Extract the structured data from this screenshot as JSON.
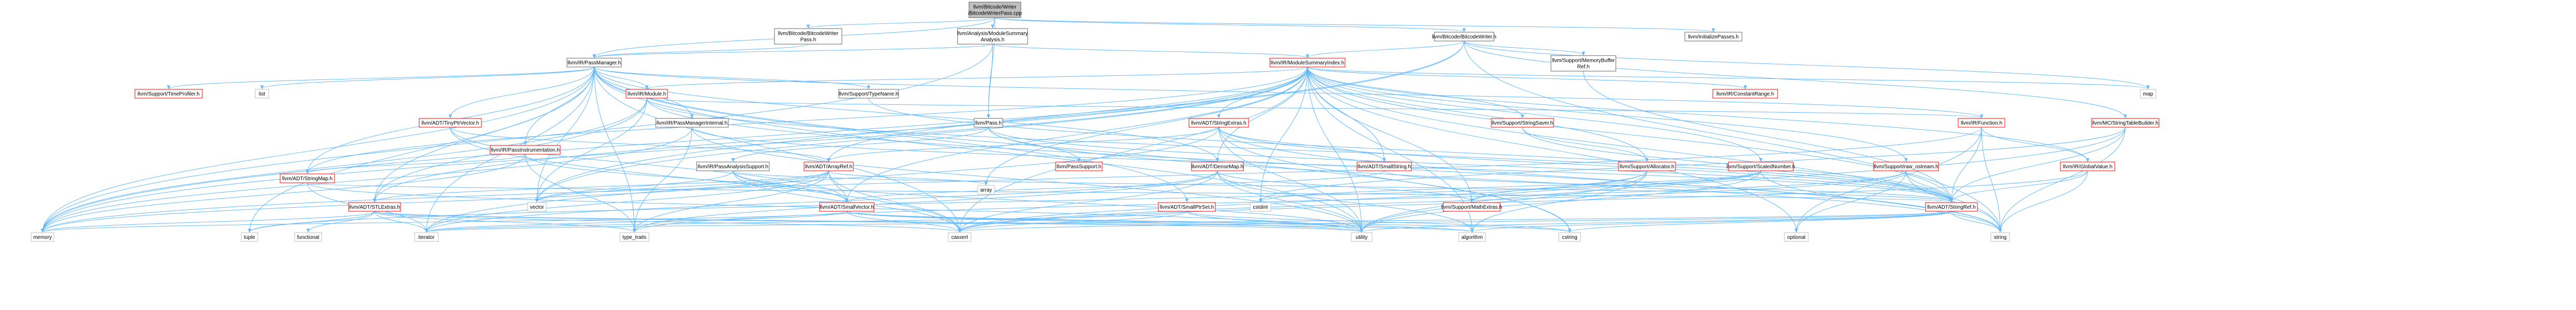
{
  "diagram": {
    "title": "",
    "nodes": [
      {
        "id": "root",
        "lines": [
          "llvm/Bitcode/Writer",
          "/BitcodeWriterPass.cpp"
        ],
        "kind": "root"
      },
      {
        "id": "bwpass",
        "lines": [
          "llvm/Bitcode/BitcodeWriter",
          "Pass.h"
        ],
        "kind": "normal"
      },
      {
        "id": "msa",
        "lines": [
          "llvm/Analysis/ModuleSummary",
          "Analysis.h"
        ],
        "kind": "normal"
      },
      {
        "id": "bw",
        "lines": [
          "llvm/Bitcode/BitcodeWriter.h"
        ],
        "kind": "normal"
      },
      {
        "id": "initpasses",
        "lines": [
          "llvm/InitializePasses.h"
        ],
        "kind": "normal"
      },
      {
        "id": "passmanager",
        "lines": [
          "llvm/IR/PassManager.h"
        ],
        "kind": "normal"
      },
      {
        "id": "msi",
        "lines": [
          "llvm/IR/ModuleSummaryIndex.h"
        ],
        "kind": "red"
      },
      {
        "id": "membuf",
        "lines": [
          "llvm/Support/MemoryBuffer",
          "Ref.h"
        ],
        "kind": "normal"
      },
      {
        "id": "timeprof",
        "lines": [
          "llvm/Support/TimeProfiler.h"
        ],
        "kind": "red"
      },
      {
        "id": "list",
        "lines": [
          "list"
        ],
        "kind": "gray"
      },
      {
        "id": "typename",
        "lines": [
          "llvm/Support/TypeName.h"
        ],
        "kind": "normal"
      },
      {
        "id": "module",
        "lines": [
          "llvm/IR/Module.h"
        ],
        "kind": "red"
      },
      {
        "id": "tinyptr",
        "lines": [
          "llvm/ADT/TinyPtrVector.h"
        ],
        "kind": "red"
      },
      {
        "id": "pmi",
        "lines": [
          "llvm/IR/PassManagerInternal.h"
        ],
        "kind": "normal"
      },
      {
        "id": "pass",
        "lines": [
          "llvm/Pass.h"
        ],
        "kind": "normal"
      },
      {
        "id": "passinst",
        "lines": [
          "llvm/IR/PassInstrumentation.h"
        ],
        "kind": "red"
      },
      {
        "id": "stringmap",
        "lines": [
          "llvm/ADT/StringMap.h"
        ],
        "kind": "red"
      },
      {
        "id": "stlextras",
        "lines": [
          "llvm/ADT/STLExtras.h"
        ],
        "kind": "red"
      },
      {
        "id": "pasupport",
        "lines": [
          "llvm/IR/PassAnalysisSupport.h"
        ],
        "kind": "normal"
      },
      {
        "id": "arrayref",
        "lines": [
          "llvm/ADT/ArrayRef.h"
        ],
        "kind": "red"
      },
      {
        "id": "smallvector",
        "lines": [
          "llvm/ADT/SmallVector.h"
        ],
        "kind": "red"
      },
      {
        "id": "passsupport",
        "lines": [
          "llvm/PassSupport.h"
        ],
        "kind": "red"
      },
      {
        "id": "stringextras",
        "lines": [
          "llvm/ADT/StringExtras.h"
        ],
        "kind": "red"
      },
      {
        "id": "densemap",
        "lines": [
          "llvm/ADT/DenseMap.h"
        ],
        "kind": "red"
      },
      {
        "id": "smallptrset",
        "lines": [
          "llvm/ADT/SmallPtrSet.h"
        ],
        "kind": "red"
      },
      {
        "id": "smallstring",
        "lines": [
          "llvm/ADT/SmallString.h"
        ],
        "kind": "red"
      },
      {
        "id": "stringsaver",
        "lines": [
          "llvm/Support/StringSaver.h"
        ],
        "kind": "red"
      },
      {
        "id": "allocator",
        "lines": [
          "llvm/Support/Allocator.h"
        ],
        "kind": "red"
      },
      {
        "id": "scalednum",
        "lines": [
          "llvm/Support/ScaledNumber.h"
        ],
        "kind": "red"
      },
      {
        "id": "rawostream",
        "lines": [
          "llvm/Support/raw_ostream.h"
        ],
        "kind": "red"
      },
      {
        "id": "mathextras",
        "lines": [
          "llvm/Support/MathExtras.h"
        ],
        "kind": "red"
      },
      {
        "id": "constrange",
        "lines": [
          "llvm/IR/ConstantRange.h"
        ],
        "kind": "red"
      },
      {
        "id": "function",
        "lines": [
          "llvm/IR/Function.h"
        ],
        "kind": "red"
      },
      {
        "id": "globalvalue",
        "lines": [
          "llvm/IR/GlobalValue.h"
        ],
        "kind": "red"
      },
      {
        "id": "stringtable",
        "lines": [
          "llvm/MC/StringTableBuilder.h"
        ],
        "kind": "red"
      },
      {
        "id": "stringref",
        "lines": [
          "llvm/ADT/StringRef.h"
        ],
        "kind": "red"
      },
      {
        "id": "map",
        "lines": [
          "map"
        ],
        "kind": "gray"
      },
      {
        "id": "vector",
        "lines": [
          "vector"
        ],
        "kind": "gray"
      },
      {
        "id": "array",
        "lines": [
          "array"
        ],
        "kind": "gray"
      },
      {
        "id": "memory",
        "lines": [
          "memory"
        ],
        "kind": "gray"
      },
      {
        "id": "tuple",
        "lines": [
          "tuple"
        ],
        "kind": "gray"
      },
      {
        "id": "functional",
        "lines": [
          "functional"
        ],
        "kind": "gray"
      },
      {
        "id": "iterator",
        "lines": [
          "iterator"
        ],
        "kind": "gray"
      },
      {
        "id": "typetraits",
        "lines": [
          "type_traits"
        ],
        "kind": "gray"
      },
      {
        "id": "cassert",
        "lines": [
          "cassert"
        ],
        "kind": "gray"
      },
      {
        "id": "utility",
        "lines": [
          "utility"
        ],
        "kind": "gray"
      },
      {
        "id": "algorithm",
        "lines": [
          "algorithm"
        ],
        "kind": "gray"
      },
      {
        "id": "cstring",
        "lines": [
          "cstring"
        ],
        "kind": "gray"
      },
      {
        "id": "optional",
        "lines": [
          "optional"
        ],
        "kind": "gray"
      },
      {
        "id": "string",
        "lines": [
          "string"
        ],
        "kind": "gray"
      },
      {
        "id": "cstdint",
        "lines": [
          "cstdint"
        ],
        "kind": "gray"
      }
    ],
    "edges": [
      [
        "root",
        "bwpass"
      ],
      [
        "root",
        "msa"
      ],
      [
        "root",
        "bw"
      ],
      [
        "root",
        "initpasses"
      ],
      [
        "root",
        "passmanager"
      ],
      [
        "root",
        "pass"
      ],
      [
        "bwpass",
        "passmanager"
      ],
      [
        "msa",
        "msi"
      ],
      [
        "msa",
        "passmanager"
      ],
      [
        "msa",
        "pass"
      ],
      [
        "msa",
        "memory"
      ],
      [
        "bw",
        "msi"
      ],
      [
        "bw",
        "membuf"
      ],
      [
        "bw",
        "stringtable"
      ],
      [
        "bw",
        "map"
      ],
      [
        "bw",
        "memory"
      ],
      [
        "bw",
        "string"
      ],
      [
        "bw",
        "vector"
      ],
      [
        "membuf",
        "stringref"
      ],
      [
        "passmanager",
        "timeprof"
      ],
      [
        "passmanager",
        "list"
      ],
      [
        "passmanager",
        "typename"
      ],
      [
        "passmanager",
        "module"
      ],
      [
        "passmanager",
        "tinyptr"
      ],
      [
        "passmanager",
        "pmi"
      ],
      [
        "passmanager",
        "passinst"
      ],
      [
        "passmanager",
        "stringmap"
      ],
      [
        "passmanager",
        "stlextras"
      ],
      [
        "passmanager",
        "function"
      ],
      [
        "passmanager",
        "densemap"
      ],
      [
        "passmanager",
        "smallptrset"
      ],
      [
        "passmanager",
        "memory"
      ],
      [
        "passmanager",
        "vector"
      ],
      [
        "passmanager",
        "tuple"
      ],
      [
        "passmanager",
        "cassert"
      ],
      [
        "passmanager",
        "cstring"
      ],
      [
        "passmanager",
        "iterator"
      ],
      [
        "passmanager",
        "typetraits"
      ],
      [
        "passmanager",
        "utility"
      ],
      [
        "msi",
        "stringextras"
      ],
      [
        "msi",
        "densemap"
      ],
      [
        "msi",
        "arrayref"
      ],
      [
        "msi",
        "smallstring"
      ],
      [
        "msi",
        "stringsaver"
      ],
      [
        "msi",
        "allocator"
      ],
      [
        "msi",
        "scalednum"
      ],
      [
        "msi",
        "rawostream"
      ],
      [
        "msi",
        "mathextras"
      ],
      [
        "msi",
        "constrange"
      ],
      [
        "msi",
        "globalvalue"
      ],
      [
        "msi",
        "module"
      ],
      [
        "msi",
        "stringmap"
      ],
      [
        "msi",
        "stringref"
      ],
      [
        "msi",
        "smallvector"
      ],
      [
        "msi",
        "stlextras"
      ],
      [
        "msi",
        "map"
      ],
      [
        "msi",
        "set"
      ],
      [
        "msi",
        "vector"
      ],
      [
        "msi",
        "array"
      ],
      [
        "msi",
        "memory"
      ],
      [
        "msi",
        "string"
      ],
      [
        "msi",
        "algorithm"
      ],
      [
        "msi",
        "cassert"
      ],
      [
        "msi",
        "cstdint"
      ],
      [
        "msi",
        "utility"
      ],
      [
        "msi",
        "optional"
      ],
      [
        "typename",
        "stringref"
      ],
      [
        "module",
        "stringref"
      ],
      [
        "module",
        "memory"
      ],
      [
        "module",
        "vector"
      ],
      [
        "module",
        "string"
      ],
      [
        "module",
        "function"
      ],
      [
        "module",
        "stlextras"
      ],
      [
        "tinyptr",
        "arrayref"
      ],
      [
        "tinyptr",
        "smallvector"
      ],
      [
        "tinyptr",
        "cassert"
      ],
      [
        "pmi",
        "stringref"
      ],
      [
        "pmi",
        "memory"
      ],
      [
        "pmi",
        "utility"
      ],
      [
        "pmi",
        "typetraits"
      ],
      [
        "pass",
        "pasupport"
      ],
      [
        "pass",
        "passsupport"
      ],
      [
        "pass",
        "stringref"
      ],
      [
        "pass",
        "string"
      ],
      [
        "passinst",
        "stringmap"
      ],
      [
        "passinst",
        "smallvector"
      ],
      [
        "passinst",
        "memory"
      ],
      [
        "passinst",
        "typetraits"
      ],
      [
        "pasupport",
        "stringref"
      ],
      [
        "pasupport",
        "smallvector"
      ],
      [
        "pasupport",
        "vector"
      ],
      [
        "pasupport",
        "cassert"
      ],
      [
        "pasupport",
        "utility"
      ],
      [
        "arrayref",
        "smallvector"
      ],
      [
        "arrayref",
        "stlextras"
      ],
      [
        "arrayref",
        "array"
      ],
      [
        "arrayref",
        "vector"
      ],
      [
        "arrayref",
        "iterator"
      ],
      [
        "arrayref",
        "cassert"
      ],
      [
        "arrayref",
        "memory"
      ],
      [
        "arrayref",
        "typetraits"
      ],
      [
        "stringextras",
        "stringref"
      ],
      [
        "stringextras",
        "smallstring"
      ],
      [
        "stringextras",
        "arrayref"
      ],
      [
        "stringextras",
        "cstring"
      ],
      [
        "stringextras",
        "string"
      ],
      [
        "stringextras",
        "utility"
      ],
      [
        "stringextras",
        "iterator"
      ],
      [
        "densemap",
        "mathextras"
      ],
      [
        "densemap",
        "algorithm"
      ],
      [
        "densemap",
        "cassert"
      ],
      [
        "densemap",
        "iterator"
      ],
      [
        "densemap",
        "utility"
      ],
      [
        "densemap",
        "typetraits"
      ],
      [
        "smallptrset",
        "cassert"
      ],
      [
        "smallptrset",
        "utility"
      ],
      [
        "smallptrset",
        "iterator"
      ],
      [
        "smallptrset",
        "cstring"
      ],
      [
        "smallstring",
        "stringref"
      ],
      [
        "smallstring",
        "smallvector"
      ],
      [
        "stringsaver",
        "allocator"
      ],
      [
        "stringsaver",
        "stringref"
      ],
      [
        "allocator",
        "mathextras"
      ],
      [
        "allocator",
        "cassert"
      ],
      [
        "allocator",
        "utility"
      ],
      [
        "allocator",
        "algorithm"
      ],
      [
        "scalednum",
        "mathextras"
      ],
      [
        "scalednum",
        "string"
      ],
      [
        "scalednum",
        "cstdint"
      ],
      [
        "scalednum",
        "utility"
      ],
      [
        "scalednum",
        "tuple"
      ],
      [
        "rawostream",
        "stringref"
      ],
      [
        "rawostream",
        "cassert"
      ],
      [
        "rawostream",
        "optional"
      ],
      [
        "rawostream",
        "string"
      ],
      [
        "rawostream",
        "typetraits"
      ],
      [
        "stlextras",
        "iterator"
      ],
      [
        "stlextras",
        "functional"
      ],
      [
        "stlextras",
        "memory"
      ],
      [
        "stlextras",
        "tuple"
      ],
      [
        "stlextras",
        "typetraits"
      ],
      [
        "stlextras",
        "utility"
      ],
      [
        "stlextras",
        "cassert"
      ],
      [
        "stlextras",
        "algorithm"
      ],
      [
        "smallvector",
        "cassert"
      ],
      [
        "smallvector",
        "algorithm"
      ],
      [
        "smallvector",
        "cstring"
      ],
      [
        "smallvector",
        "memory"
      ],
      [
        "smallvector",
        "utility"
      ],
      [
        "smallvector",
        "iterator"
      ],
      [
        "function",
        "globalvalue"
      ],
      [
        "function",
        "stringref"
      ],
      [
        "function",
        "string"
      ],
      [
        "function",
        "memory"
      ],
      [
        "function",
        "optional"
      ],
      [
        "globalvalue",
        "stringref"
      ],
      [
        "globalvalue",
        "string"
      ],
      [
        "globalvalue",
        "cassert"
      ],
      [
        "stringtable",
        "stringref"
      ],
      [
        "stringtable",
        "string"
      ],
      [
        "stringtable",
        "utility"
      ],
      [
        "stringtable",
        "cstdint"
      ],
      [
        "stringref",
        "algorithm"
      ],
      [
        "stringref",
        "cassert"
      ],
      [
        "stringref",
        "cstring"
      ],
      [
        "stringref",
        "string"
      ],
      [
        "stringref",
        "utility"
      ],
      [
        "stringref",
        "iterator"
      ],
      [
        "stringmap",
        "stringref"
      ],
      [
        "stringmap",
        "iterator"
      ],
      [
        "stringmap",
        "utility"
      ]
    ]
  }
}
